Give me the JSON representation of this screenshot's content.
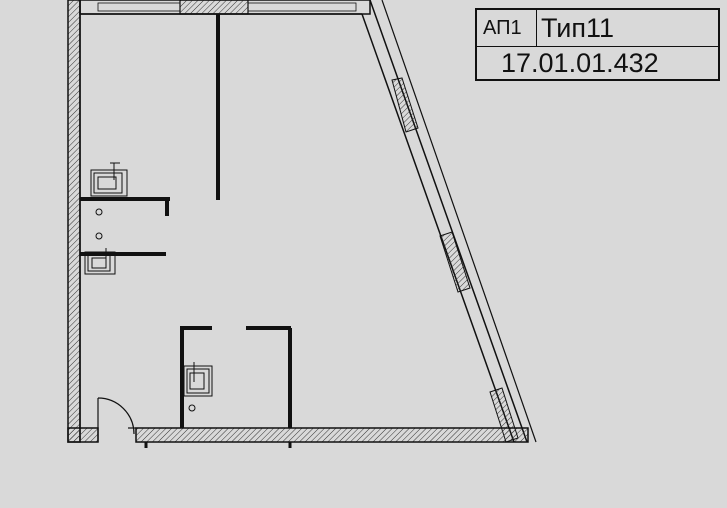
{
  "plan": {
    "description_visible": false
  },
  "label": {
    "code": "АП1",
    "type": "Тип11",
    "number": "17.01.01.432"
  },
  "colors": {
    "background": "#d9d9d9",
    "ink": "#111111",
    "hatch": "#333333"
  },
  "icons": [
    "sink-icon",
    "sink-icon",
    "sink-icon",
    "door-swing-icon"
  ]
}
